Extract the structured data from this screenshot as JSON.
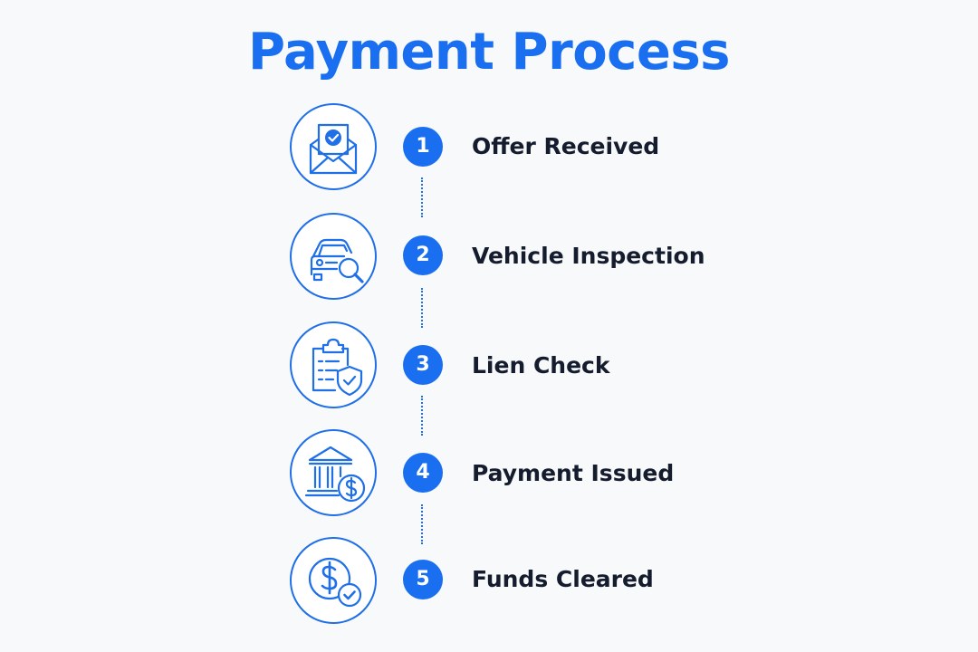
{
  "title": "Payment Process",
  "accent_color": "#1a6ff0",
  "text_color": "#141c2e",
  "steps": [
    {
      "number": "1",
      "label": "Offer Received",
      "icon": "envelope-check-icon"
    },
    {
      "number": "2",
      "label": "Vehicle Inspection",
      "icon": "car-search-icon"
    },
    {
      "number": "3",
      "label": "Lien Check",
      "icon": "clipboard-shield-icon"
    },
    {
      "number": "4",
      "label": "Payment Issued",
      "icon": "bank-dollar-icon"
    },
    {
      "number": "5",
      "label": "Funds Cleared",
      "icon": "dollar-check-icon"
    }
  ]
}
